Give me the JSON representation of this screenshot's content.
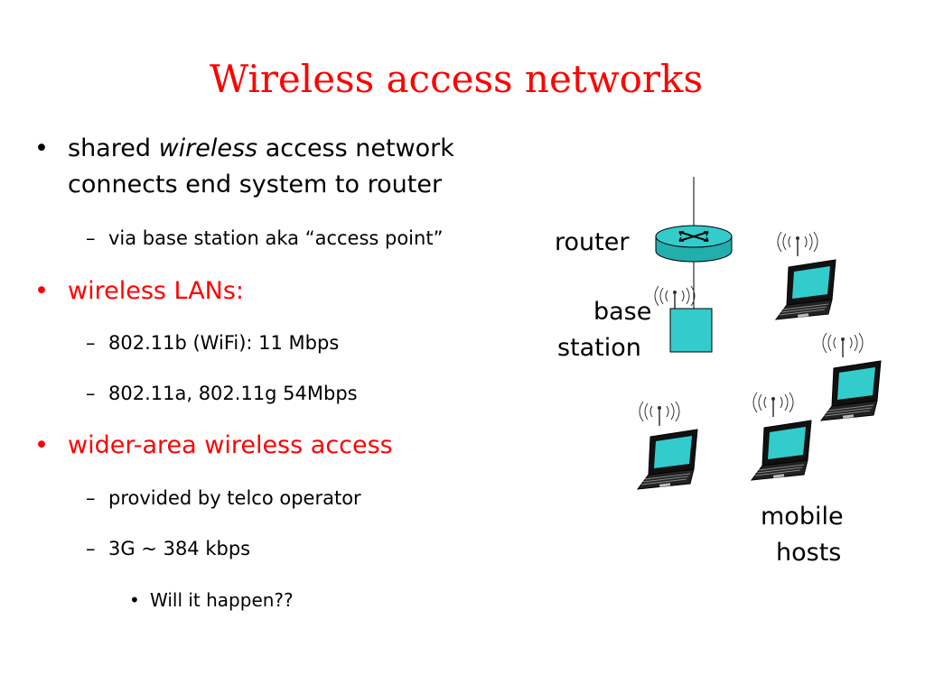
{
  "slide": {
    "title": "Wireless access networks",
    "bullet1": {
      "marker": "•",
      "pre": "shared ",
      "em": "wireless",
      "post": " access network",
      "line2": "connects end system to router"
    },
    "sub1": {
      "marker": "–",
      "text": "via base station aka “access point”"
    },
    "bullet2": {
      "marker": "•",
      "text": "wireless LANs:"
    },
    "sub2": {
      "marker": "–",
      "text": "802.11b (WiFi): 11 Mbps"
    },
    "sub3": {
      "marker": "–",
      "text": "802.11a, 802.11g 54Mbps"
    },
    "bullet3": {
      "marker": "•",
      "text": "wider-area wireless access"
    },
    "sub4": {
      "marker": "–",
      "text": "provided by telco operator"
    },
    "sub5": {
      "marker": "–",
      "text": "3G ~ 384 kbps"
    },
    "sub6": {
      "marker": "•",
      "text": "Will it happen??"
    }
  },
  "diagram": {
    "router_label": "router",
    "base_station_label_1": "base",
    "base_station_label_2": "station",
    "mobile_hosts_label_1": "mobile",
    "mobile_hosts_label_2": "hosts"
  },
  "colors": {
    "title": "#ff0000",
    "highlight": "#ff0000",
    "router": "#2ec6c6",
    "base_station": "#33cccc",
    "screen": "#33cccc"
  }
}
